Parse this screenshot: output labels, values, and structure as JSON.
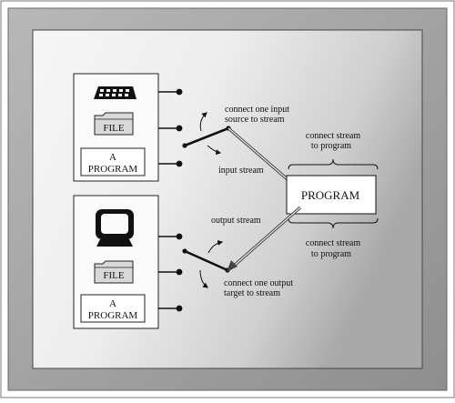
{
  "diagram": {
    "input_side": {
      "sources": [
        {
          "icon": "keyboard-icon",
          "label": ""
        },
        {
          "icon": "file-folder-icon",
          "label": "FILE"
        },
        {
          "icon": "program-box",
          "label_line1": "A",
          "label_line2": "PROGRAM"
        }
      ],
      "annotation_line1": "connect one input",
      "annotation_line2": "source to stream",
      "stream_label": "input stream"
    },
    "output_side": {
      "targets": [
        {
          "icon": "monitor-icon",
          "label": ""
        },
        {
          "icon": "file-folder-icon",
          "label": "FILE"
        },
        {
          "icon": "program-box",
          "label_line1": "A",
          "label_line2": "PROGRAM"
        }
      ],
      "annotation_line1": "connect one output",
      "annotation_line2": "target to stream",
      "stream_label": "output stream"
    },
    "program": {
      "label": "PROGRAM",
      "top_note_line1": "connect stream",
      "top_note_line2": "to program",
      "bottom_note_line1": "connect stream",
      "bottom_note_line2": "to program"
    },
    "colors": {
      "outer_frame": "#9a9a9a",
      "panel_light": "#f4f4f4",
      "panel_dark": "#a8a8a8",
      "stroke": "#111111"
    }
  }
}
